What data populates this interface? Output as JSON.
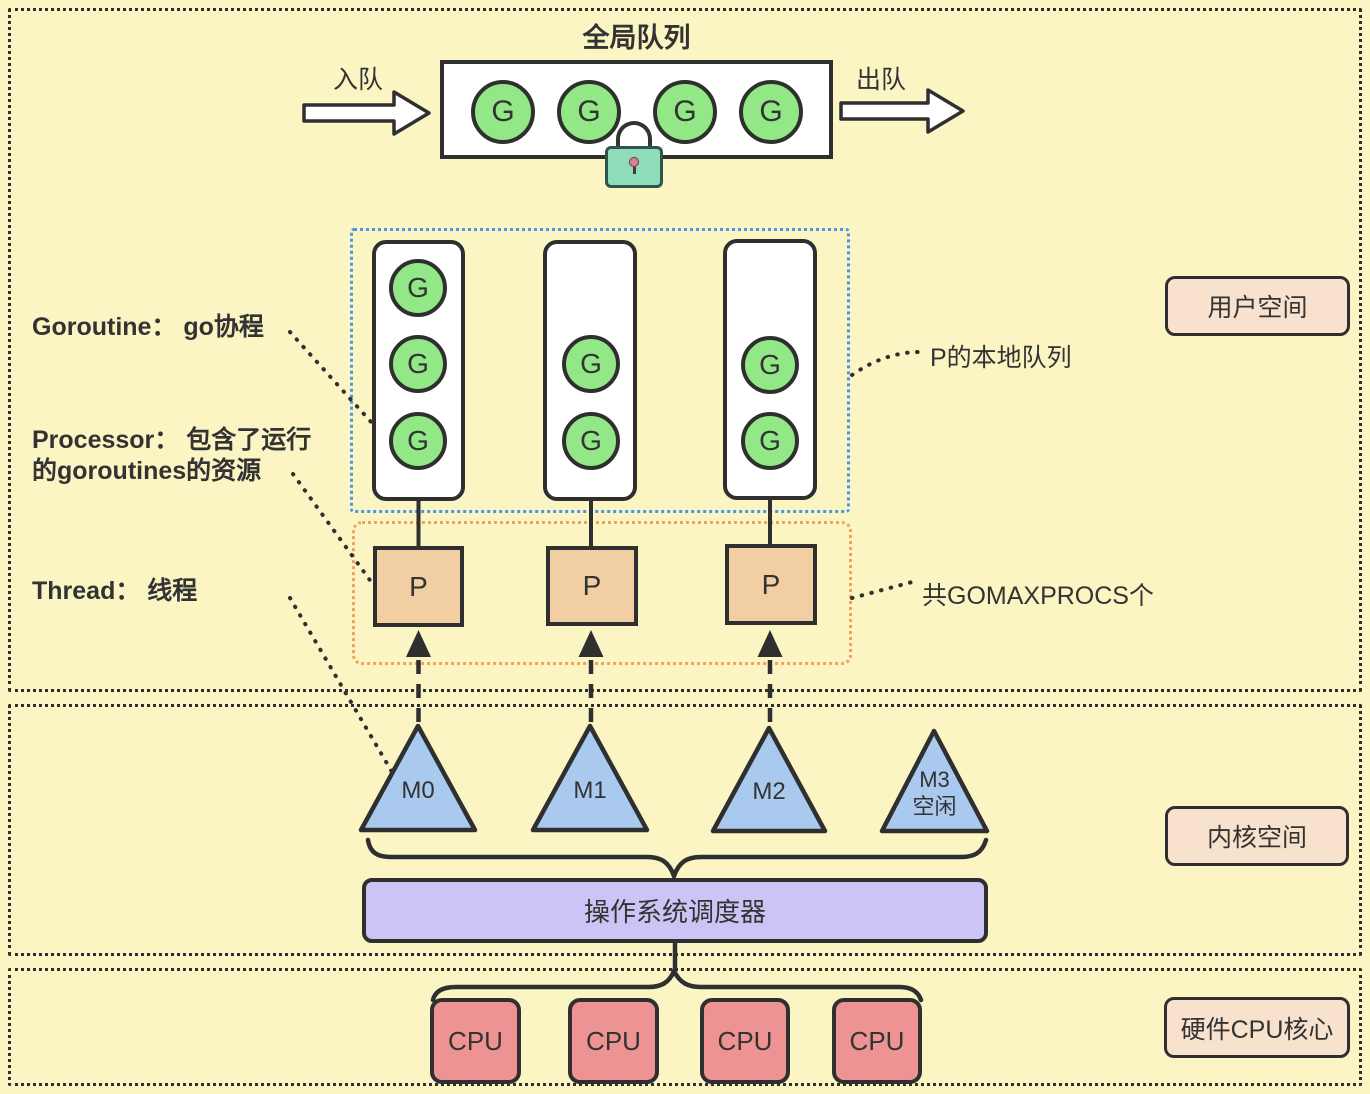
{
  "colors": {
    "background": "#FAF5C3",
    "outline": "#2F2F2F",
    "goroutine_green": "#92E886",
    "lock_teal": "#8FDCBA",
    "local_queue_frame_blue": "#4D94E8",
    "processor_frame_orange": "#F2A25C",
    "processor_fill": "#F2CFA2",
    "thread_blue": "#A9C9EF",
    "scheduler_purple": "#CBC5F6",
    "cpu_red": "#EE9393",
    "space_tag_fill": "#F9E2CD"
  },
  "global_queue": {
    "title": "全局队列",
    "enqueue_label": "入队",
    "dequeue_label": "出队",
    "goroutines": [
      "G",
      "G",
      "G",
      "G"
    ]
  },
  "local_queues": {
    "annotation": "P的本地队列",
    "queue1": [
      "G",
      "G",
      "G"
    ],
    "queue2": [
      "G",
      "G"
    ],
    "queue3": [
      "G",
      "G"
    ]
  },
  "processors": {
    "annotation": "共GOMAXPROCS个",
    "p1": "P",
    "p2": "P",
    "p3": "P"
  },
  "threads": {
    "m0": "M0",
    "m1": "M1",
    "m2": "M2",
    "m3": "M3",
    "m3_status": "空闲"
  },
  "scheduler": {
    "label": "操作系统调度器"
  },
  "cpus": {
    "cpu1": "CPU",
    "cpu2": "CPU",
    "cpu3": "CPU",
    "cpu4": "CPU"
  },
  "legend": {
    "goroutine": "Goroutine： go协程",
    "processor": "Processor： 包含了运行的goroutines的资源",
    "thread": "Thread： 线程"
  },
  "space_labels": {
    "user": "用户空间",
    "kernel": "内核空间",
    "hardware": "硬件CPU核心"
  }
}
